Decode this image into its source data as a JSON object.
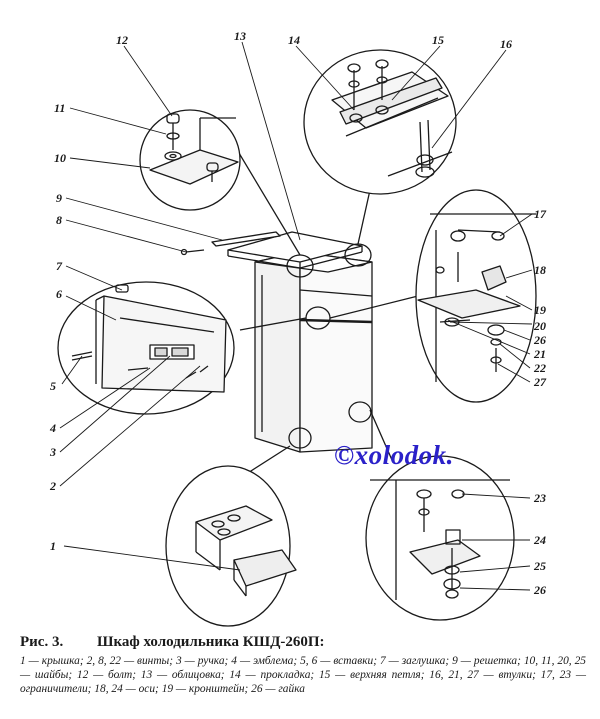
{
  "figure": {
    "callouts": [
      "1",
      "2",
      "3",
      "4",
      "5",
      "6",
      "7",
      "8",
      "9",
      "10",
      "11",
      "12",
      "13",
      "14",
      "15",
      "16",
      "17",
      "18",
      "19",
      "20",
      "21",
      "22",
      "23",
      "24",
      "25",
      "26",
      "27"
    ],
    "watermark": "©xolodok."
  },
  "caption": {
    "figure_label": "Рис. 3.",
    "title": "Шкаф холодильника КШД-260П:",
    "legend": "1 — крышка; 2, 8, 22 — винты; 3 — ручка; 4 — эмблема; 5, 6 — вставки; 7 — заглушка; 9 — решетка; 10, 11, 20, 25 — шайбы; 12 — болт; 13 — облицовка; 14 — прокладка; 15 — верхняя петля; 16, 21, 27 — втулки; 17, 23 — ограничители; 18, 24 — оси; 19 — кронштейн; 26 — гайка"
  }
}
